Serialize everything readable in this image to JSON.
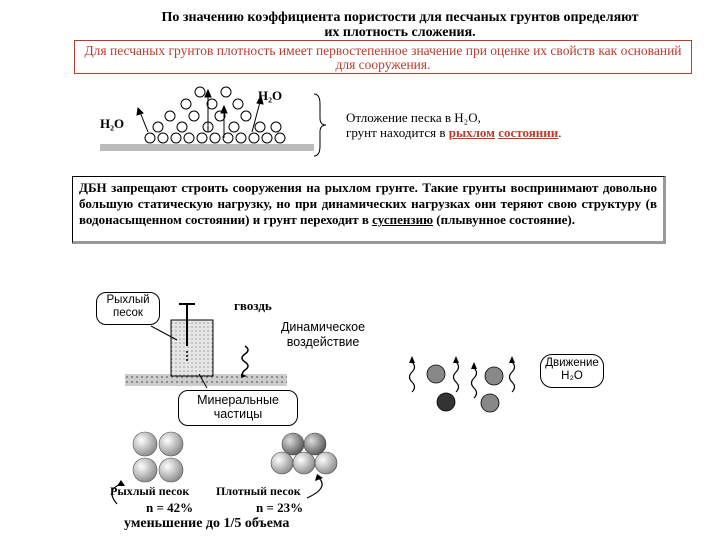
{
  "title": {
    "line1": "По значению коэффициента пористости для песчаных грунтов определяют",
    "line2": "их плотность сложения."
  },
  "highlight_box": {
    "text": "Для песчаных грунтов плотность имеет первостепенное значение при оценке их свойств как оснований для сооружения."
  },
  "deposition": {
    "h2o_left": "H₂O",
    "h2o_top": "H₂O",
    "desc_line1": "Отложение песка в Н₂О,",
    "desc_line2_prefix": "грунт находится в ",
    "desc_loose": "рыхлом",
    "desc_state": "состоянии",
    "desc_end": "."
  },
  "dbn_box": {
    "text_before": "ДБН запрещают строить сооружения на рыхлом грунте. Такие грунты воспринимают довольно большую статическую нагрузку, но при динамических нагрузках они теряют свою структуру (в водонасыщенном состоянии) и грунт переходит в ",
    "suspension": "суспензию",
    "text_after": " (плывунное состояние)."
  },
  "experiment": {
    "loose_sand": "Рыхлый песок",
    "nail": "гвоздь",
    "dynamic": "Динамическое воздействие",
    "minerals": "Минеральные частицы",
    "water_motion": "Движение H₂O"
  },
  "comparison": {
    "loose_label": "Рыхлый песок",
    "dense_label": "Плотный песок",
    "n_loose": "n = 42%",
    "n_dense": "n = 23%",
    "reduction": "уменьшение до 1/5 объема"
  },
  "colors": {
    "accent_red": "#c0392b",
    "ground_gray": "#bbbbbb",
    "particle_gray": "#777777",
    "particle_dark": "#444444"
  }
}
